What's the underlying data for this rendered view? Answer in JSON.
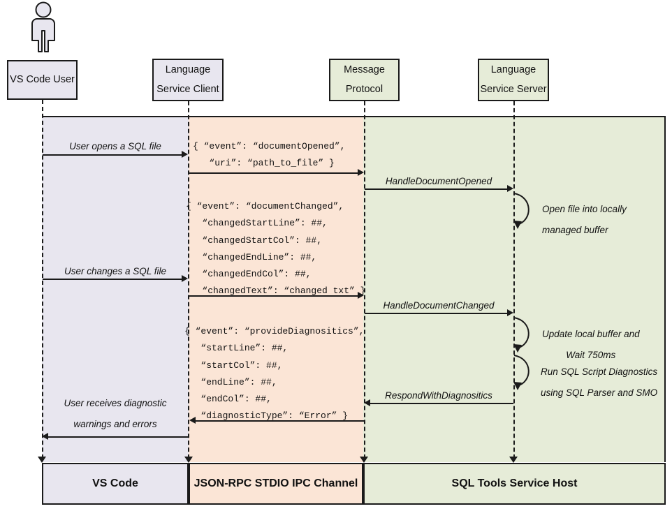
{
  "diagram": {
    "title": "VS Code SQL Tools Language Service Sequence",
    "colors": {
      "vscode_band": "#e8e6ef",
      "ipc_band": "#fbe5d6",
      "host_band": "#e6ecd8",
      "stroke": "#1a1a1a"
    }
  },
  "actor": {
    "icon": "person-actor-icon"
  },
  "participants": [
    {
      "id": "vscode-user",
      "line1": "VS Code User",
      "line2": "",
      "zone": "vscode"
    },
    {
      "id": "service-client",
      "line1": "Language",
      "line2": "Service Client",
      "zone": "vscode"
    },
    {
      "id": "message-protocol",
      "line1": "Message",
      "line2": "Protocol",
      "zone": "ipc"
    },
    {
      "id": "service-server",
      "line1": "Language",
      "line2": "Service Server",
      "zone": "host"
    }
  ],
  "messages": [
    {
      "id": "user-opens",
      "label": "User opens a SQL file",
      "direction": "right"
    },
    {
      "id": "handle-doc-opened",
      "label": "HandleDocumentOpened",
      "direction": "right"
    },
    {
      "id": "user-changes",
      "label": "User changes a SQL file",
      "direction": "right"
    },
    {
      "id": "handle-doc-changed",
      "label": "HandleDocumentChanged",
      "direction": "right"
    },
    {
      "id": "respond-diagnositics",
      "label": "RespondWithDiagnositics",
      "direction": "left"
    },
    {
      "id": "user-receives",
      "label_line1": "User receives diagnostic",
      "label_line2": "warnings and errors",
      "direction": "left"
    }
  ],
  "payloads": [
    {
      "id": "document-opened",
      "lines": [
        "{ “event”: “documentOpened”,",
        "   “uri”: “path_to_file” }"
      ]
    },
    {
      "id": "document-changed",
      "lines": [
        "{ “event”: “documentChanged”,",
        "   “changedStartLine”: ##,",
        "   “changedStartCol”: ##,",
        "   “changedEndLine”: ##,",
        "   “changedEndCol”: ##,",
        "   “changedText”: “changed txt” }"
      ]
    },
    {
      "id": "provide-diagnositics",
      "lines": [
        "{ “event”: “provideDiagnositics”,",
        "   “startLine”: ##,",
        "   “startCol”: ##,",
        "   “endLine”: ##,",
        "   “endCol”: ##,",
        "   “diagnosticType”: “Error” }"
      ]
    }
  ],
  "self_actions": [
    {
      "id": "open-file",
      "line1": "Open file into locally",
      "line2": "managed buffer"
    },
    {
      "id": "update-wait",
      "line1": "Update local buffer and",
      "line2": "Wait 750ms"
    },
    {
      "id": "run-diag",
      "line1": "Run SQL Script Diagnostics",
      "line2": "using SQL Parser and SMO"
    }
  ],
  "footer": [
    {
      "id": "vs-code",
      "label": "VS Code"
    },
    {
      "id": "ipc",
      "label": "JSON-RPC STDIO IPC Channel"
    },
    {
      "id": "host",
      "label": "SQL Tools Service Host"
    }
  ]
}
